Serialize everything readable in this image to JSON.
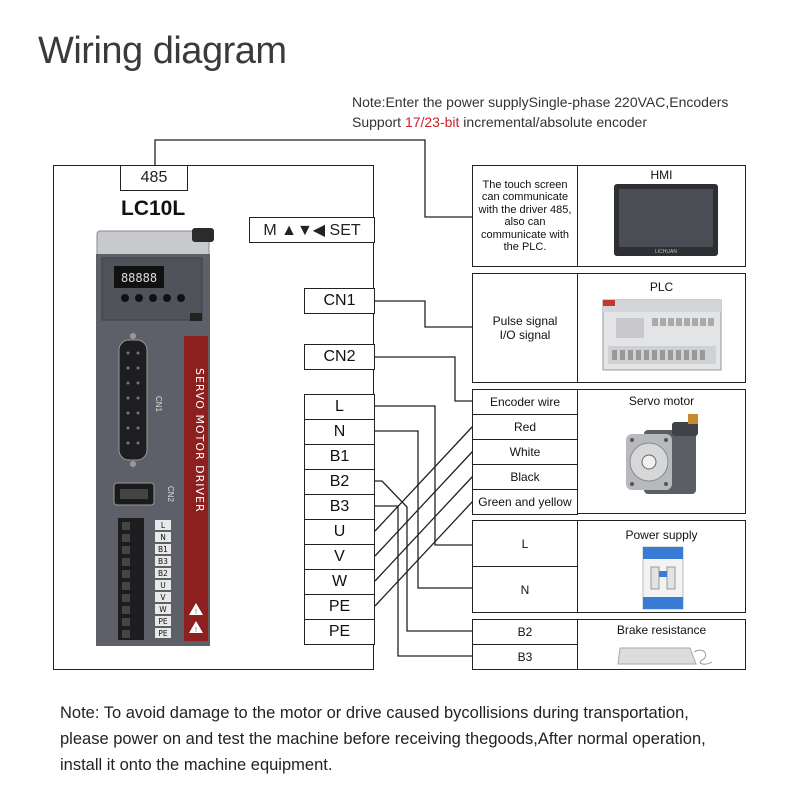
{
  "title": "Wiring diagram",
  "top_note": {
    "line1": "Note:Enter the power supplySingle-phase 220VAC,Encoders",
    "line2_pre": "Support ",
    "line2_highlight": "17/23-bit",
    "line2_post": " incremental/absolute encoder"
  },
  "driver": {
    "port_485": "485",
    "model": "LC10L",
    "keys": "M ▲▼◀ SET",
    "display": "88888",
    "brand_text": "SERVO MOTOR DRIVER",
    "cn1_label": "CN1",
    "cn2_label": "CN2",
    "terminal_labels": [
      "L",
      "N",
      "B1",
      "B3",
      "B2",
      "U",
      "V",
      "W",
      "PE",
      "PE"
    ]
  },
  "terminals": {
    "cn1": "CN1",
    "cn2": "CN2",
    "list": [
      "L",
      "N",
      "B1",
      "B2",
      "B3",
      "U",
      "V",
      "W",
      "PE",
      "PE"
    ]
  },
  "hmi": {
    "title": "HMI",
    "desc": "The touch screen can communicate with the driver 485, also can communicate with the PLC.",
    "brand": "LICHUAN"
  },
  "plc": {
    "title": "PLC",
    "line1": "Pulse signal",
    "line2": "I/O signal"
  },
  "servo": {
    "title": "Servo motor",
    "wires": [
      "Encoder wire",
      "Red",
      "White",
      "Black",
      "Green and yellow"
    ]
  },
  "power": {
    "title": "Power supply",
    "l": "L",
    "n": "N"
  },
  "brake": {
    "title": "Brake resistance",
    "b2": "B2",
    "b3": "B3"
  },
  "bottom_note": {
    "line1": "Note: To avoid damage to the motor or drive caused bycollisions during transportation,",
    "line2": "please power on and test the machine before receiving thegoods,After normal operation,",
    "line3": "install it onto the machine equipment."
  },
  "colors": {
    "accent_red": "#d0202a",
    "driver_body": "#5d6068",
    "driver_stripe": "#8e1f1f"
  }
}
